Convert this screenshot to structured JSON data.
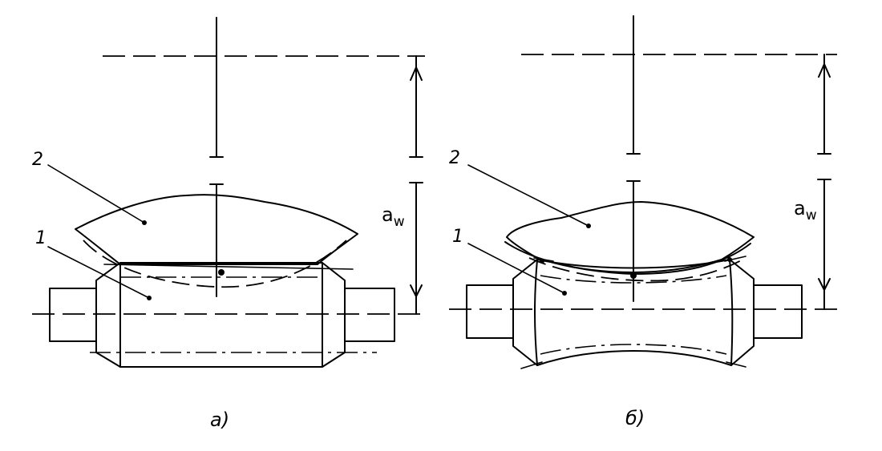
{
  "figure_a": {
    "part_label_wheel": "2",
    "part_label_worm": "1",
    "dimension_label": "a",
    "dimension_subscript": "w",
    "caption": "а)"
  },
  "figure_b": {
    "part_label_wheel": "2",
    "part_label_worm": "1",
    "dimension_label": "a",
    "dimension_subscript": "w",
    "caption": "б)"
  }
}
